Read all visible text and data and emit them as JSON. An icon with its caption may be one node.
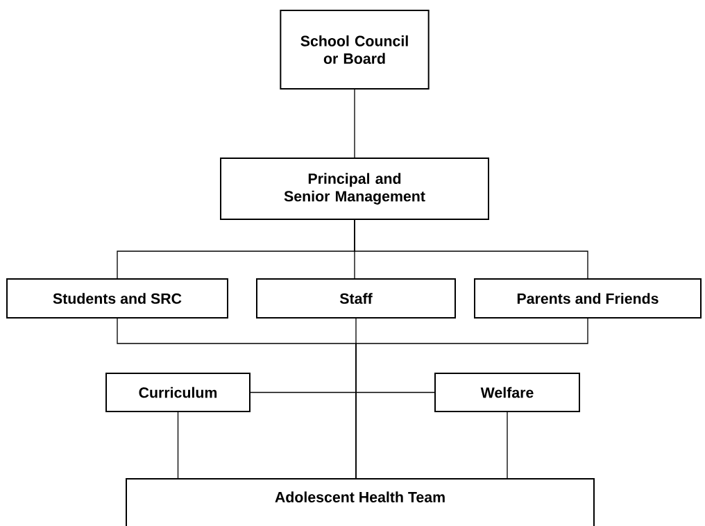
{
  "diagram": {
    "nodes": [
      {
        "text": [
          "School Council or Board"
        ]
      },
      {
        "text": [
          "Principal and Senior Management"
        ]
      },
      {
        "text": [
          "Students and SRC"
        ]
      },
      {
        "text": [
          "Staff"
        ]
      },
      {
        "text": [
          "Parents and Friends"
        ]
      },
      {
        "text": [
          "Curriculum"
        ]
      },
      {
        "text": [
          "Welfare"
        ]
      },
      {
        "text": [
          "Adolescent Health Team"
        ]
      }
    ],
    "edges": [
      {
        "from": 0,
        "to": 1,
        "arrow": "none"
      },
      {
        "from": 1,
        "to": 2,
        "arrow": "none"
      },
      {
        "from": 1,
        "to": 3,
        "arrow": "none"
      },
      {
        "from": 1,
        "to": 4,
        "arrow": "none"
      },
      {
        "from": 2,
        "to": 7,
        "arrow": "none"
      },
      {
        "from": 3,
        "to": 7,
        "arrow": "none"
      },
      {
        "from": 4,
        "to": 7,
        "arrow": "none"
      },
      {
        "from": 5,
        "to": 6,
        "arrow": "none"
      },
      {
        "from": 5,
        "to": 7,
        "arrow": "none"
      },
      {
        "from": 6,
        "to": 7,
        "arrow": "none"
      }
    ]
  }
}
